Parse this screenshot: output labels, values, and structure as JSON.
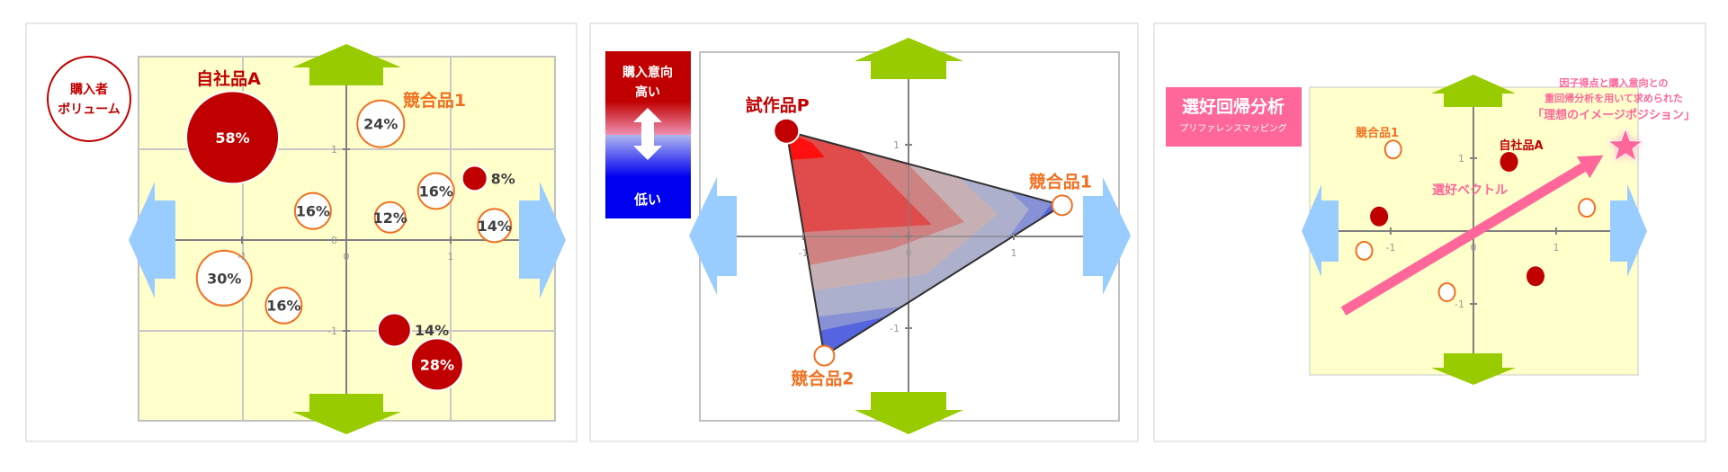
{
  "chart_data": [
    {
      "type": "scatter",
      "subtype": "bubble",
      "xlim": [
        -2,
        2
      ],
      "ylim": [
        -2,
        2
      ],
      "grid": true,
      "ticks": {
        "x": [
          "-1",
          "0",
          "1"
        ],
        "y": [
          "1",
          "0",
          "-1"
        ]
      },
      "legend_badge": {
        "line1": "購入者",
        "line2": "ボリューム"
      },
      "annotations": {
        "own": "自社品A",
        "competitor": "競合品1"
      },
      "colors": {
        "own": "#c00000",
        "competitor": "#f07020",
        "plot_bg": "#ffffcc",
        "vertical_arrow": "#99cc00",
        "horizontal_arrow": "#99ccff"
      },
      "points": [
        {
          "x": -1.09,
          "y": 1.13,
          "value": 58,
          "label": "58%",
          "series": "own"
        },
        {
          "x": 0.33,
          "y": 1.28,
          "value": 24,
          "label": "24%",
          "series": "competitor"
        },
        {
          "x": 1.23,
          "y": 0.68,
          "value": 8,
          "label": "8%",
          "series": "own"
        },
        {
          "x": 0.86,
          "y": 0.54,
          "value": 16,
          "label": "16%",
          "series": "competitor"
        },
        {
          "x": -0.32,
          "y": 0.32,
          "value": 16,
          "label": "16%",
          "series": "competitor"
        },
        {
          "x": 0.42,
          "y": 0.25,
          "value": 12,
          "label": "12%",
          "series": "competitor"
        },
        {
          "x": 1.42,
          "y": 0.16,
          "value": 14,
          "label": "14%",
          "series": "competitor"
        },
        {
          "x": -1.17,
          "y": -0.42,
          "value": 30,
          "label": "30%",
          "series": "competitor"
        },
        {
          "x": -0.6,
          "y": -0.72,
          "value": 16,
          "label": "16%",
          "series": "competitor"
        },
        {
          "x": 0.46,
          "y": -0.99,
          "value": 14,
          "label": "14%",
          "series": "own"
        },
        {
          "x": 0.87,
          "y": -1.37,
          "value": 28,
          "label": "28%",
          "series": "own"
        }
      ]
    },
    {
      "type": "area",
      "subtype": "contour-triangle",
      "xlim": [
        -2,
        2
      ],
      "ylim": [
        -2,
        2
      ],
      "ticks": {
        "x": [
          "-1",
          "0",
          "1"
        ],
        "y": [
          "1",
          "0",
          "-1"
        ]
      },
      "legend": {
        "title": "購入意向",
        "high": "高い",
        "low": "低い"
      },
      "vertices": [
        {
          "x": -1.16,
          "y": 1.15,
          "label": "試作品P",
          "series": "own"
        },
        {
          "x": 1.46,
          "y": 0.34,
          "label": "競合品1",
          "series": "competitor"
        },
        {
          "x": -0.8,
          "y": -1.3,
          "label": "競合品2",
          "series": "competitor"
        }
      ],
      "colors": {
        "high": "#c00000",
        "low": "#0000ff"
      }
    },
    {
      "type": "scatter",
      "subtype": "preference-mapping",
      "xlim": [
        -2,
        2
      ],
      "ylim": [
        -2,
        2
      ],
      "ticks": {
        "x": [
          "-1",
          "0",
          "1"
        ],
        "y": [
          "1",
          "-1"
        ]
      },
      "badge": {
        "title": "選好回帰分析",
        "subtitle": "プリファレンスマッピング"
      },
      "annotations": {
        "own": "自社品A",
        "competitor": "競合品1",
        "vector": "選好ベクトル"
      },
      "ideal_note": [
        "因子得点と購入意向との",
        "重回帰分析を用いて求められた",
        "「理想のイメージポジション」"
      ],
      "vector": {
        "from": [
          -1.57,
          -1.1
        ],
        "to": [
          1.57,
          1.04
        ]
      },
      "ideal_point": {
        "x": 1.84,
        "y": 1.16
      },
      "colors": {
        "accent": "#ff6699",
        "own": "#c00000",
        "competitor": "#f07020"
      },
      "points": [
        {
          "x": -0.97,
          "y": 1.12,
          "series": "competitor"
        },
        {
          "x": 0.43,
          "y": 0.95,
          "series": "own"
        },
        {
          "x": -1.14,
          "y": 0.2,
          "series": "own"
        },
        {
          "x": 1.37,
          "y": 0.32,
          "series": "competitor"
        },
        {
          "x": -1.32,
          "y": -0.27,
          "series": "competitor"
        },
        {
          "x": 0.75,
          "y": -0.62,
          "series": "own"
        },
        {
          "x": -0.32,
          "y": -0.84,
          "series": "competitor"
        }
      ]
    }
  ]
}
